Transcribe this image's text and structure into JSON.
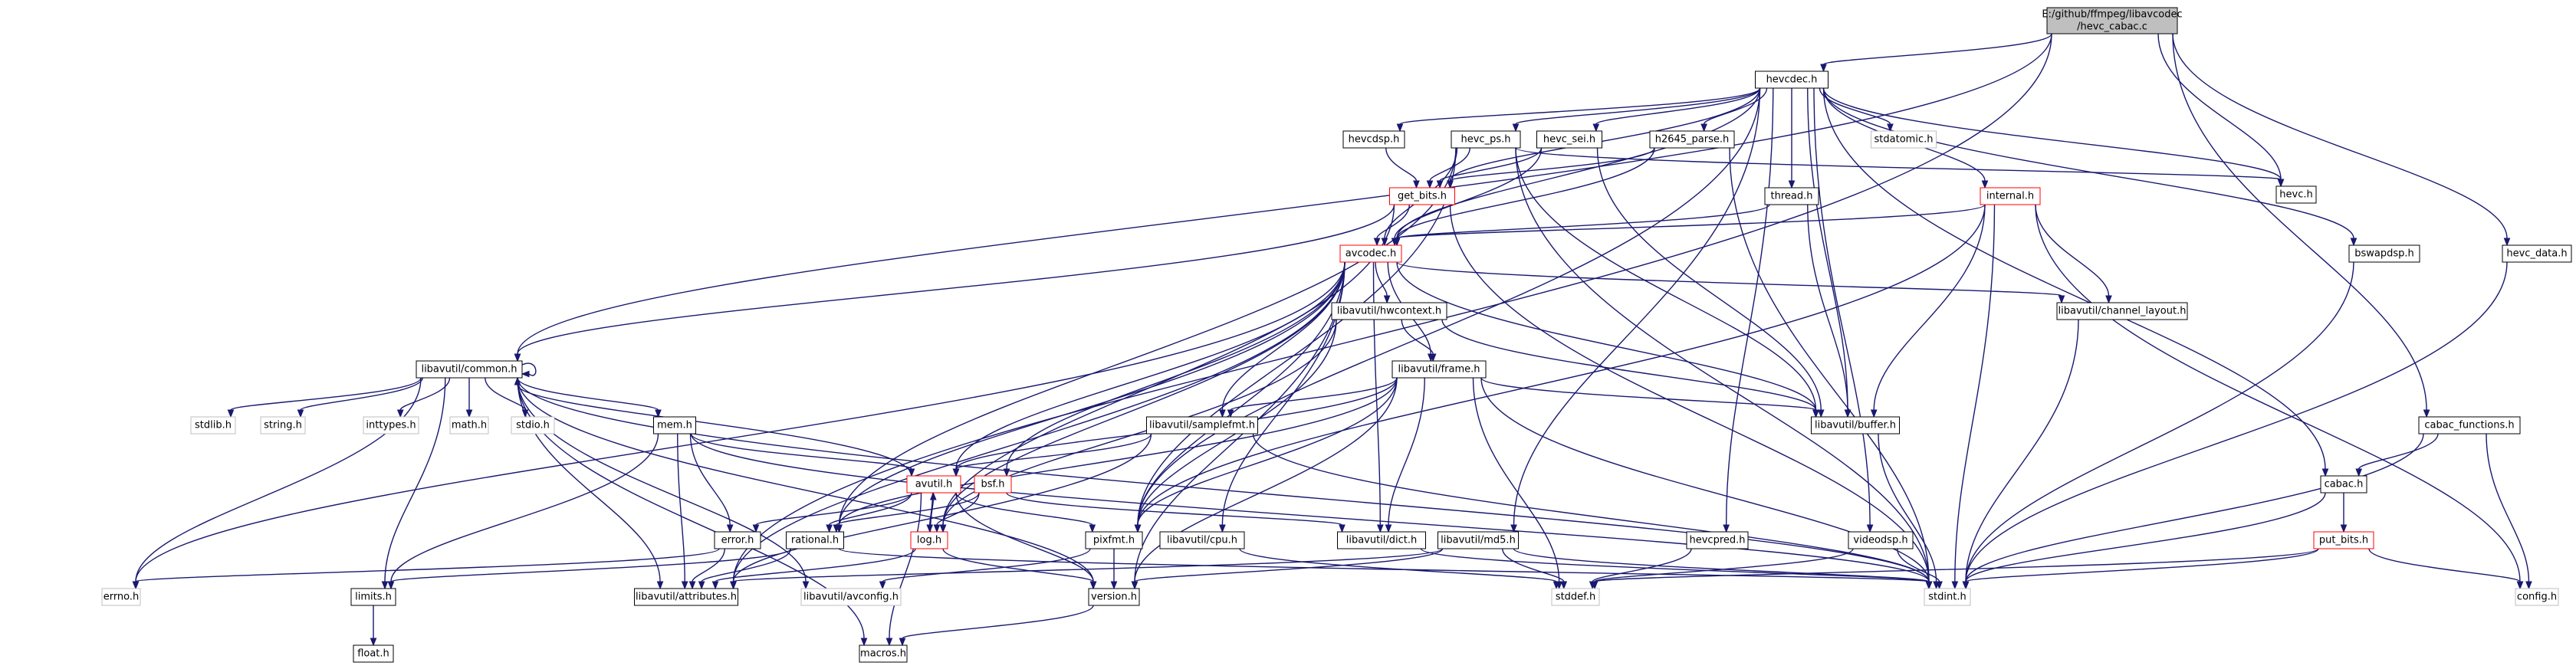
{
  "colors": {
    "edge": "#191970",
    "root_fill": "#bfbfbf",
    "missing_border": "#ff0000",
    "external_border": "#bfbfbf",
    "node_border": "#000000"
  },
  "nodes": {
    "root": {
      "lines": [
        "E:/github/ffmpeg/libavcodec",
        "/hevc_cabac.c"
      ],
      "kind": "root"
    },
    "hevcdec": {
      "lines": [
        "hevcdec.h"
      ],
      "kind": "normal"
    },
    "common": {
      "lines": [
        "libavutil/common.h"
      ],
      "kind": "normal"
    },
    "attributes": {
      "lines": [
        "libavutil/attributes.h"
      ],
      "kind": "normal"
    },
    "hevc": {
      "lines": [
        "hevc.h"
      ],
      "kind": "normal"
    },
    "cabac_functions": {
      "lines": [
        "cabac_functions.h"
      ],
      "kind": "normal"
    },
    "hevc_data": {
      "lines": [
        "hevc_data.h"
      ],
      "kind": "normal"
    },
    "hevcdsp": {
      "lines": [
        "hevcdsp.h"
      ],
      "kind": "normal"
    },
    "hevc_ps": {
      "lines": [
        "hevc_ps.h"
      ],
      "kind": "normal"
    },
    "hevc_sei": {
      "lines": [
        "hevc_sei.h"
      ],
      "kind": "normal"
    },
    "h2645_parse": {
      "lines": [
        "h2645_parse.h"
      ],
      "kind": "normal"
    },
    "stdatomic": {
      "lines": [
        "stdatomic.h"
      ],
      "kind": "ext"
    },
    "get_bits": {
      "lines": [
        "get_bits.h"
      ],
      "kind": "red"
    },
    "thread": {
      "lines": [
        "thread.h"
      ],
      "kind": "normal"
    },
    "internal": {
      "lines": [
        "internal.h"
      ],
      "kind": "red"
    },
    "bswapdsp": {
      "lines": [
        "bswapdsp.h"
      ],
      "kind": "normal"
    },
    "avcodec": {
      "lines": [
        "avcodec.h"
      ],
      "kind": "red"
    },
    "hwcontext": {
      "lines": [
        "libavutil/hwcontext.h"
      ],
      "kind": "normal"
    },
    "channel_layout": {
      "lines": [
        "libavutil/channel_layout.h"
      ],
      "kind": "normal"
    },
    "frame": {
      "lines": [
        "libavutil/frame.h"
      ],
      "kind": "normal"
    },
    "buffer": {
      "lines": [
        "libavutil/buffer.h"
      ],
      "kind": "normal"
    },
    "stdlib": {
      "lines": [
        "stdlib.h"
      ],
      "kind": "ext"
    },
    "string": {
      "lines": [
        "string.h"
      ],
      "kind": "ext"
    },
    "inttypes": {
      "lines": [
        "inttypes.h"
      ],
      "kind": "ext"
    },
    "math": {
      "lines": [
        "math.h"
      ],
      "kind": "ext"
    },
    "stdio": {
      "lines": [
        "stdio.h"
      ],
      "kind": "ext"
    },
    "mem": {
      "lines": [
        "mem.h"
      ],
      "kind": "normal"
    },
    "samplefmt": {
      "lines": [
        "libavutil/samplefmt.h"
      ],
      "kind": "normal"
    },
    "avutil": {
      "lines": [
        "avutil.h"
      ],
      "kind": "red"
    },
    "bsf": {
      "lines": [
        "bsf.h"
      ],
      "kind": "red"
    },
    "cabac": {
      "lines": [
        "cabac.h"
      ],
      "kind": "normal"
    },
    "error": {
      "lines": [
        "error.h"
      ],
      "kind": "normal"
    },
    "rational": {
      "lines": [
        "rational.h"
      ],
      "kind": "normal"
    },
    "log": {
      "lines": [
        "log.h"
      ],
      "kind": "red"
    },
    "pixfmt": {
      "lines": [
        "pixfmt.h"
      ],
      "kind": "normal"
    },
    "cpu": {
      "lines": [
        "libavutil/cpu.h"
      ],
      "kind": "normal"
    },
    "dict": {
      "lines": [
        "libavutil/dict.h"
      ],
      "kind": "normal"
    },
    "md5": {
      "lines": [
        "libavutil/md5.h"
      ],
      "kind": "normal"
    },
    "hevcpred": {
      "lines": [
        "hevcpred.h"
      ],
      "kind": "normal"
    },
    "videodsp": {
      "lines": [
        "videodsp.h"
      ],
      "kind": "normal"
    },
    "put_bits": {
      "lines": [
        "put_bits.h"
      ],
      "kind": "red"
    },
    "errno": {
      "lines": [
        "errno.h"
      ],
      "kind": "ext"
    },
    "limits": {
      "lines": [
        "limits.h"
      ],
      "kind": "normal"
    },
    "avconfig": {
      "lines": [
        "libavutil/avconfig.h"
      ],
      "kind": "ext"
    },
    "version": {
      "lines": [
        "version.h"
      ],
      "kind": "normal"
    },
    "stddef": {
      "lines": [
        "stddef.h"
      ],
      "kind": "ext"
    },
    "stdint": {
      "lines": [
        "stdint.h"
      ],
      "kind": "ext"
    },
    "config": {
      "lines": [
        "config.h"
      ],
      "kind": "ext"
    },
    "float": {
      "lines": [
        "float.h"
      ],
      "kind": "normal"
    },
    "macros": {
      "lines": [
        "macros.h"
      ],
      "kind": "normal"
    }
  },
  "edges": [
    [
      "root",
      "hevcdec"
    ],
    [
      "root",
      "common"
    ],
    [
      "root",
      "attributes"
    ],
    [
      "root",
      "hevc"
    ],
    [
      "root",
      "cabac_functions"
    ],
    [
      "root",
      "hevc_data"
    ],
    [
      "hevcdec",
      "hevcdsp"
    ],
    [
      "hevcdec",
      "hevc_ps"
    ],
    [
      "hevcdec",
      "hevc_sei"
    ],
    [
      "hevcdec",
      "h2645_parse"
    ],
    [
      "hevcdec",
      "stdatomic"
    ],
    [
      "hevcdec",
      "get_bits"
    ],
    [
      "hevcdec",
      "thread"
    ],
    [
      "hevcdec",
      "internal"
    ],
    [
      "hevcdec",
      "bswapdsp"
    ],
    [
      "hevcdec",
      "hevc"
    ],
    [
      "hevcdec",
      "avcodec"
    ],
    [
      "hevcdec",
      "buffer"
    ],
    [
      "hevcdec",
      "md5"
    ],
    [
      "hevcdec",
      "hevcpred"
    ],
    [
      "hevcdec",
      "videodsp"
    ],
    [
      "hevcdec",
      "cabac"
    ],
    [
      "hevcdec",
      "pixfmt"
    ],
    [
      "hevcdsp",
      "get_bits"
    ],
    [
      "hevc_ps",
      "get_bits"
    ],
    [
      "hevc_ps",
      "avcodec"
    ],
    [
      "hevc_ps",
      "hevc"
    ],
    [
      "hevc_ps",
      "buffer"
    ],
    [
      "hevc_ps",
      "pixfmt"
    ],
    [
      "hevc_ps",
      "rational"
    ],
    [
      "hevc_ps",
      "stdint"
    ],
    [
      "hevc_sei",
      "get_bits"
    ],
    [
      "hevc_sei",
      "avcodec"
    ],
    [
      "hevc_sei",
      "buffer"
    ],
    [
      "h2645_parse",
      "get_bits"
    ],
    [
      "h2645_parse",
      "avcodec"
    ],
    [
      "h2645_parse",
      "stdint"
    ],
    [
      "get_bits",
      "avcodec"
    ],
    [
      "get_bits",
      "common"
    ],
    [
      "get_bits",
      "log"
    ],
    [
      "get_bits",
      "stdint"
    ],
    [
      "thread",
      "avcodec"
    ],
    [
      "thread",
      "buffer"
    ],
    [
      "internal",
      "avcodec"
    ],
    [
      "internal",
      "channel_layout"
    ],
    [
      "internal",
      "buffer"
    ],
    [
      "internal",
      "pixfmt"
    ],
    [
      "internal",
      "stdint"
    ],
    [
      "internal",
      "config"
    ],
    [
      "bswapdsp",
      "stdint"
    ],
    [
      "avcodec",
      "hwcontext"
    ],
    [
      "avcodec",
      "channel_layout"
    ],
    [
      "avcodec",
      "frame"
    ],
    [
      "avcodec",
      "buffer"
    ],
    [
      "avcodec",
      "samplefmt"
    ],
    [
      "avcodec",
      "avutil"
    ],
    [
      "avcodec",
      "bsf"
    ],
    [
      "avcodec",
      "errno"
    ],
    [
      "avcodec",
      "rational"
    ],
    [
      "avcodec",
      "log"
    ],
    [
      "avcodec",
      "pixfmt"
    ],
    [
      "avcodec",
      "cpu"
    ],
    [
      "avcodec",
      "dict"
    ],
    [
      "avcodec",
      "attributes"
    ],
    [
      "avcodec",
      "version"
    ],
    [
      "hwcontext",
      "frame"
    ],
    [
      "hwcontext",
      "buffer"
    ],
    [
      "hwcontext",
      "pixfmt"
    ],
    [
      "hwcontext",
      "log"
    ],
    [
      "channel_layout",
      "stdint"
    ],
    [
      "frame",
      "buffer"
    ],
    [
      "frame",
      "samplefmt"
    ],
    [
      "frame",
      "avutil"
    ],
    [
      "frame",
      "rational"
    ],
    [
      "frame",
      "pixfmt"
    ],
    [
      "frame",
      "dict"
    ],
    [
      "frame",
      "version"
    ],
    [
      "frame",
      "stddef"
    ],
    [
      "frame",
      "stdint"
    ],
    [
      "buffer",
      "stdint"
    ],
    [
      "common",
      "common"
    ],
    [
      "common",
      "stdlib"
    ],
    [
      "common",
      "string"
    ],
    [
      "common",
      "inttypes"
    ],
    [
      "common",
      "math"
    ],
    [
      "common",
      "stdio"
    ],
    [
      "common",
      "mem"
    ],
    [
      "common",
      "errno"
    ],
    [
      "common",
      "limits"
    ],
    [
      "common",
      "attributes"
    ],
    [
      "common",
      "macros"
    ],
    [
      "common",
      "avconfig"
    ],
    [
      "common",
      "version"
    ],
    [
      "common",
      "stdint"
    ],
    [
      "mem",
      "error"
    ],
    [
      "mem",
      "avutil"
    ],
    [
      "mem",
      "limits"
    ],
    [
      "mem",
      "attributes"
    ],
    [
      "mem",
      "stdint"
    ],
    [
      "samplefmt",
      "avutil"
    ],
    [
      "samplefmt",
      "attributes"
    ],
    [
      "samplefmt",
      "stdint"
    ],
    [
      "avutil",
      "common"
    ],
    [
      "avutil",
      "error"
    ],
    [
      "avutil",
      "rational"
    ],
    [
      "avutil",
      "log"
    ],
    [
      "avutil",
      "pixfmt"
    ],
    [
      "avutil",
      "version"
    ],
    [
      "avutil",
      "macros"
    ],
    [
      "bsf",
      "log"
    ],
    [
      "bsf",
      "rational"
    ],
    [
      "bsf",
      "dict"
    ],
    [
      "cabac",
      "put_bits"
    ],
    [
      "cabac",
      "stdint"
    ],
    [
      "cabac_functions",
      "cabac"
    ],
    [
      "cabac_functions",
      "config"
    ],
    [
      "cabac_functions",
      "stdint"
    ],
    [
      "hevc_data",
      "stdint"
    ],
    [
      "error",
      "errno"
    ],
    [
      "error",
      "attributes"
    ],
    [
      "rational",
      "limits"
    ],
    [
      "rational",
      "attributes"
    ],
    [
      "rational",
      "stdint"
    ],
    [
      "log",
      "avutil"
    ],
    [
      "log",
      "attributes"
    ],
    [
      "log",
      "version"
    ],
    [
      "pixfmt",
      "version"
    ],
    [
      "pixfmt",
      "avconfig"
    ],
    [
      "cpu",
      "stddef"
    ],
    [
      "dict",
      "stdint"
    ],
    [
      "md5",
      "attributes"
    ],
    [
      "md5",
      "version"
    ],
    [
      "md5",
      "stddef"
    ],
    [
      "md5",
      "stdint"
    ],
    [
      "hevcpred",
      "stddef"
    ],
    [
      "videodsp",
      "stddef"
    ],
    [
      "videodsp",
      "stdint"
    ],
    [
      "put_bits",
      "stddef"
    ],
    [
      "put_bits",
      "stdint"
    ],
    [
      "put_bits",
      "config"
    ],
    [
      "limits",
      "float"
    ],
    [
      "version",
      "macros"
    ]
  ]
}
